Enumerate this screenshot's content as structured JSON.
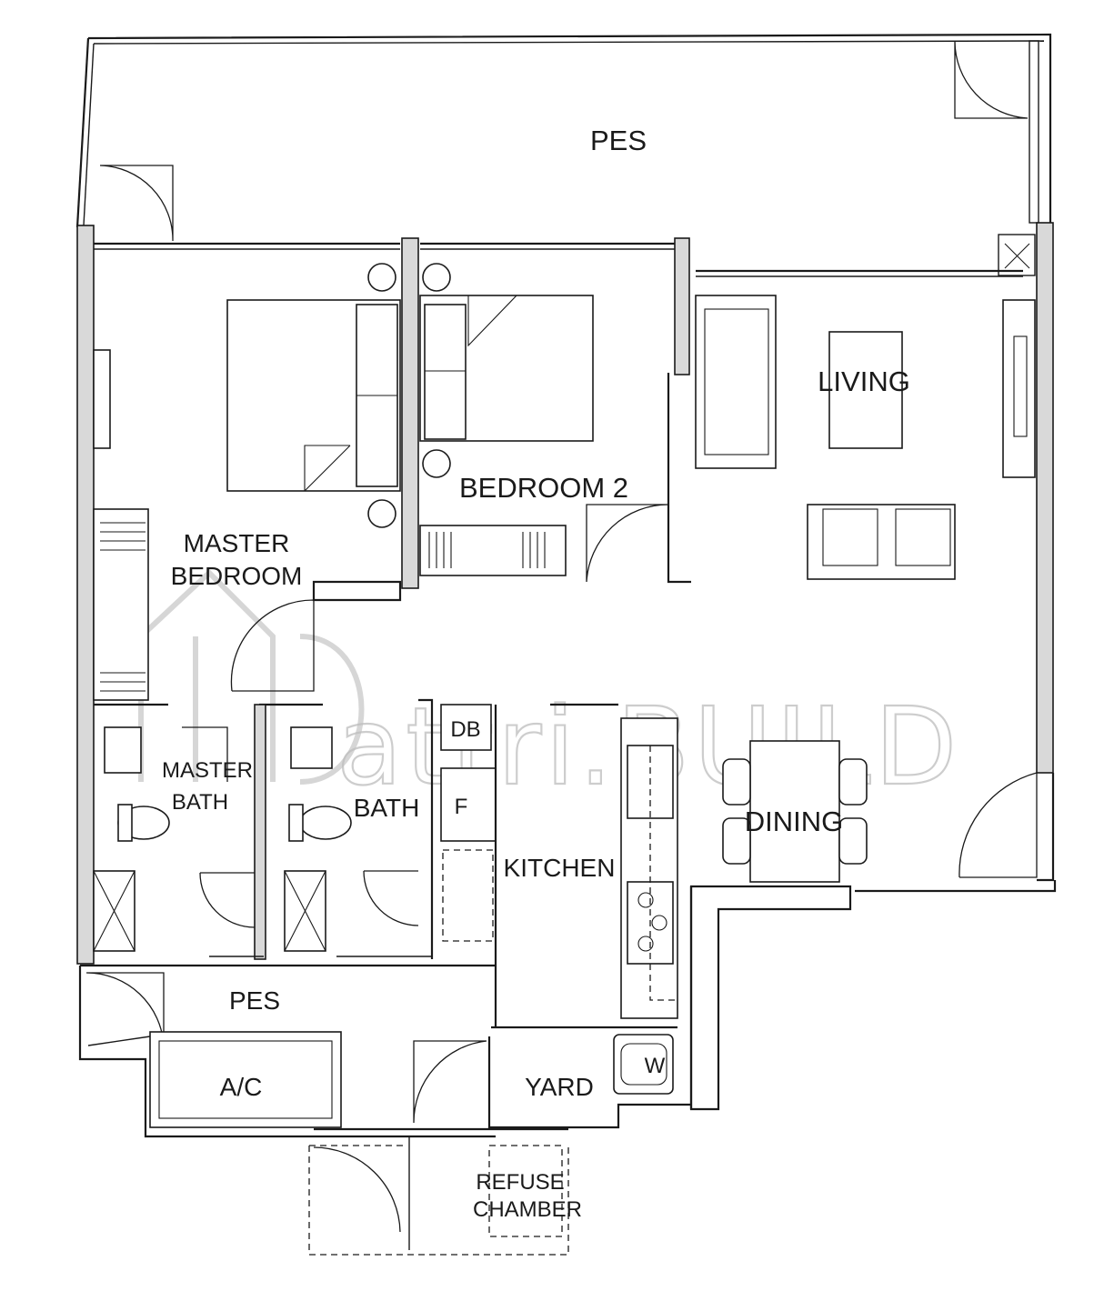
{
  "rooms": {
    "pes_top": "PES",
    "bedroom2": "BEDROOM 2",
    "master_line1": "MASTER",
    "master_line2": "BEDROOM",
    "living": "LIVING",
    "master_bath_line1": "MASTER",
    "master_bath_line2": "BATH",
    "bath": "BATH",
    "db": "DB",
    "fridge": "F",
    "kitchen": "KITCHEN",
    "dining": "DINING",
    "pes_bottom": "PES",
    "ac": "A/C",
    "yard": "YARD",
    "washer": "W",
    "refuse_line1": "REFUSE",
    "refuse_line2": "CHAMBER"
  },
  "watermark": "attri.BUILD"
}
